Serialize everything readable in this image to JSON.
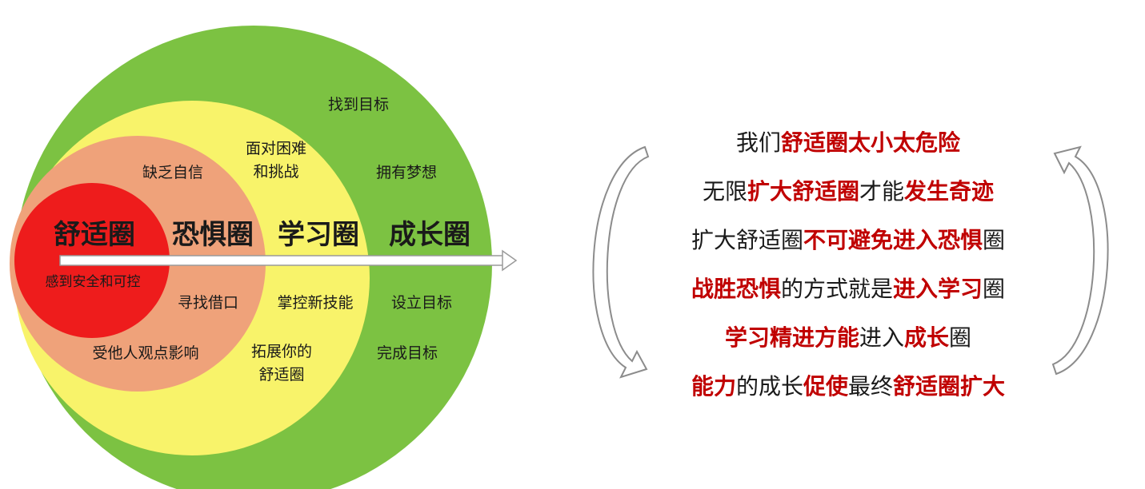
{
  "colors": {
    "comfort": "#ee1c1c",
    "fear": "#efa27a",
    "learning": "#f8f36a",
    "growth": "#7cc242",
    "emphasis": "#c00000"
  },
  "zones": {
    "comfort": {
      "title": "舒适圈",
      "desc": "感到安全和可控"
    },
    "fear": {
      "title": "恐惧圈",
      "items": [
        "缺乏自信",
        "寻找借口",
        "受他人观点影响"
      ]
    },
    "learning": {
      "title": "学习圈",
      "items_top": [
        "面对困难",
        "和挑战"
      ],
      "items": [
        "掌控新技能"
      ],
      "items_bottom": [
        "拓展你的",
        "舒适圈"
      ]
    },
    "growth": {
      "title": "成长圈",
      "items": [
        "找到目标",
        "拥有梦想",
        "设立目标",
        "完成目标"
      ]
    }
  },
  "statements": [
    [
      {
        "t": "我们",
        "e": false
      },
      {
        "t": "舒适圈太小太危险",
        "e": true
      }
    ],
    [
      {
        "t": "无限",
        "e": false
      },
      {
        "t": "扩大舒适圈",
        "e": true
      },
      {
        "t": "才能",
        "e": false
      },
      {
        "t": "发生奇迹",
        "e": true
      }
    ],
    [
      {
        "t": "扩大舒适圈",
        "e": false
      },
      {
        "t": "不可避免进入恐惧",
        "e": true
      },
      {
        "t": "圈",
        "e": false
      }
    ],
    [
      {
        "t": "战胜恐惧",
        "e": true
      },
      {
        "t": "的方式就是",
        "e": false
      },
      {
        "t": "进入学习",
        "e": true
      },
      {
        "t": "圈",
        "e": false
      }
    ],
    [
      {
        "t": "学习精进方能",
        "e": true
      },
      {
        "t": "进入",
        "e": false
      },
      {
        "t": "成长",
        "e": true
      },
      {
        "t": "圈",
        "e": false
      }
    ],
    [
      {
        "t": "能力",
        "e": true
      },
      {
        "t": "的成长",
        "e": false
      },
      {
        "t": "促使",
        "e": true
      },
      {
        "t": "最终",
        "e": false
      },
      {
        "t": "舒适圈扩大",
        "e": true
      }
    ]
  ]
}
